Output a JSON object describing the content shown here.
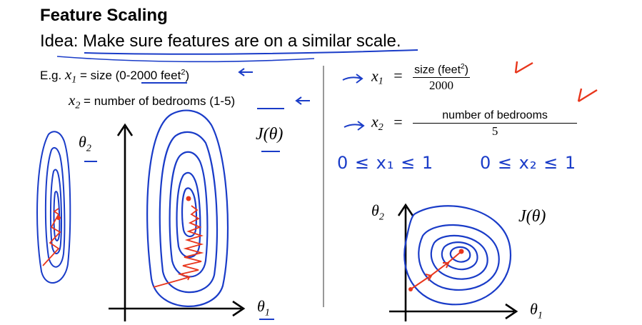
{
  "slide": {
    "title": "Feature Scaling",
    "idea_prefix": "Idea: ",
    "idea_text": "Make sure features are on a similar scale."
  },
  "left": {
    "eg_prefix": "E.g. ",
    "x1_var": "x",
    "x1_sub": "1",
    "x1_def": " = size (",
    "x1_range": "0-2000",
    "x1_unit": " feet",
    "x1_unit_sup": "2",
    "x1_close": ")",
    "x2_var": "x",
    "x2_sub": "2",
    "x2_def": " = number of bedrooms (",
    "x2_range": "1-5",
    "x2_close": ")",
    "plot": {
      "theta1_label": "θ",
      "theta1_sub": "1",
      "theta2_label": "θ",
      "theta2_sub": "2",
      "cost_label": "J(θ)"
    }
  },
  "right": {
    "x1_var": "x",
    "x1_sub": "1",
    "eq": "=",
    "x1_num": "size (feet",
    "x1_num_sup": "2",
    "x1_num_close": ")",
    "x1_den": "2000",
    "x2_var": "x",
    "x2_sub": "2",
    "x2_num": "number of bedrooms",
    "x2_den": "5",
    "range1": "0 ≤ x₁ ≤ 1",
    "range2": "0 ≤ x₂ ≤ 1",
    "plot": {
      "theta1_label": "θ",
      "theta1_sub": "1",
      "theta2_label": "θ",
      "theta2_sub": "2",
      "cost_label": "J(θ)"
    }
  },
  "colors": {
    "ink": "#000000",
    "contour_blue": "#1a3cc8",
    "annotation_red": "#e8361c"
  },
  "icons": [
    "arrow-left-icon",
    "arrow-right-icon",
    "check-mark-icon"
  ]
}
